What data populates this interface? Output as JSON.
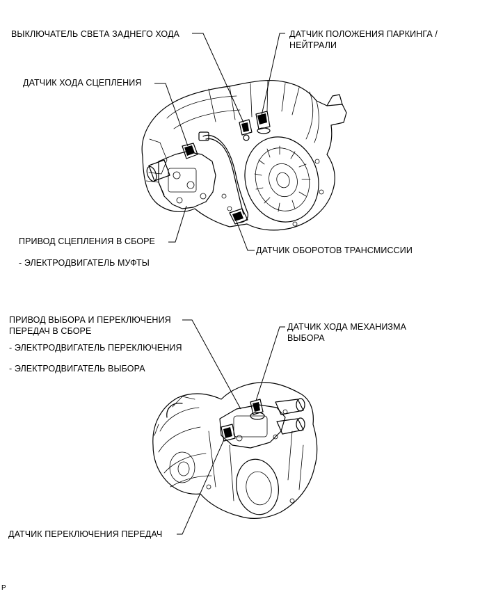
{
  "top_figure": {
    "reverse_light_switch": "ВЫКЛЮЧАТЕЛЬ СВЕТА ЗАДНЕГО ХОДА",
    "park_neutral_sensor_line1": "ДАТЧИК ПОЛОЖЕНИЯ ПАРКИНГА /",
    "park_neutral_sensor_line2": "НЕЙТРАЛИ",
    "clutch_stroke_sensor": "ДАТЧИК ХОДА СЦЕПЛЕНИЯ",
    "clutch_actuator": "ПРИВОД СЦЕПЛЕНИЯ В СБОРЕ",
    "clutch_motor": "- ЭЛЕКТРОДВИГАТЕЛЬ МУФТЫ",
    "transmission_speed_sensor": "ДАТЧИК ОБОРОТОВ ТРАНСМИССИИ"
  },
  "bottom_figure": {
    "shift_actuator_line1": "ПРИВОД ВЫБОРА И ПЕРЕКЛЮЧЕНИЯ",
    "shift_actuator_line2": "ПЕРЕДАЧ В СБОРЕ",
    "shift_motor": "- ЭЛЕКТРОДВИГАТЕЛЬ ПЕРЕКЛЮЧЕНИЯ",
    "select_motor": "- ЭЛЕКТРОДВИГАТЕЛЬ ВЫБОРА",
    "select_stroke_sensor_line1": "ДАТЧИК ХОДА МЕХАНИЗМА",
    "select_stroke_sensor_line2": "ВЫБОРА",
    "shift_sensor": "ДАТЧИК ПЕРЕКЛЮЧЕНИЯ ПЕРЕДАЧ"
  },
  "corner_mark": "P"
}
